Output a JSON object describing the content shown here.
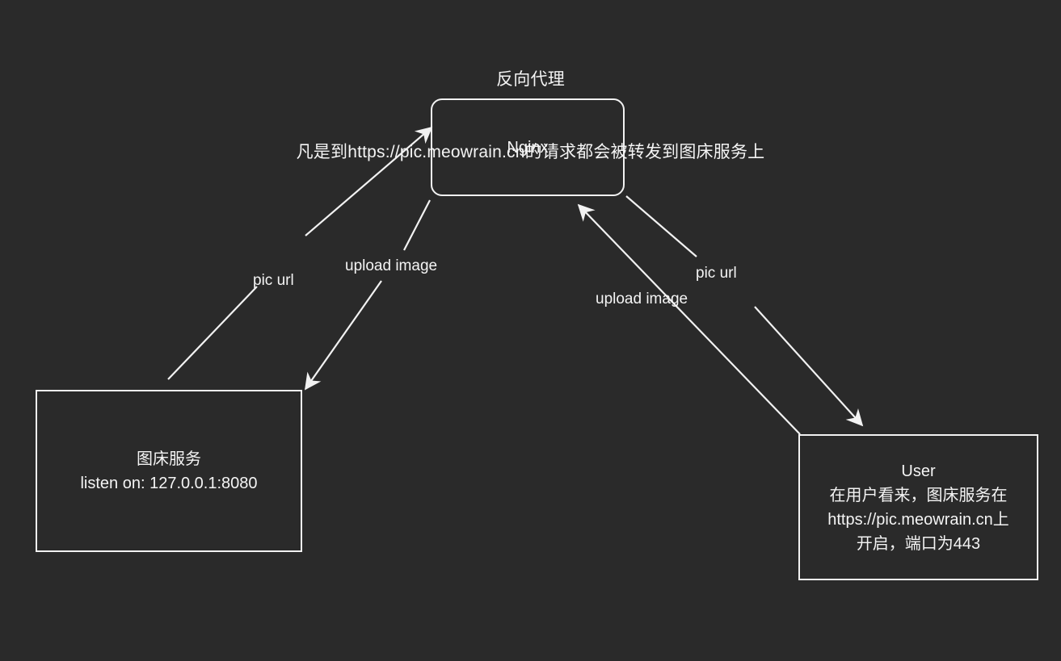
{
  "diagram": {
    "title": {
      "line1": "反向代理",
      "line2": "凡是到https://pic.meowrain.cn的请求都会被转发到图床服务上"
    },
    "background_color": "#2a2a2a",
    "stroke_color": "#f2f2f2",
    "text_color": "#f4f4f4",
    "nodes": [
      {
        "id": "nginx",
        "label": "Nginx",
        "shape": "rounded-rectangle"
      },
      {
        "id": "imagehost",
        "line1": "图床服务",
        "line2": "listen on: 127.0.0.1:8080",
        "shape": "rectangle"
      },
      {
        "id": "user",
        "line1": "User",
        "line2": "在用户看来，图床服务在",
        "line3": "https://pic.meowrain.cn上",
        "line4": "开启，端口为443",
        "shape": "rectangle"
      }
    ],
    "edges": [
      {
        "id": "pic-url-left",
        "label": "pic url",
        "from": "imagehost",
        "to": "nginx",
        "direction": "one-way"
      },
      {
        "id": "upload-image-left",
        "label": "upload image",
        "from": "nginx",
        "to": "imagehost",
        "direction": "two-way"
      },
      {
        "id": "pic-url-right",
        "label": "pic url",
        "from": "nginx",
        "to": "user",
        "direction": "one-way"
      },
      {
        "id": "upload-image-right",
        "label": "upload image",
        "from": "user",
        "to": "nginx",
        "direction": "one-way"
      }
    ]
  }
}
